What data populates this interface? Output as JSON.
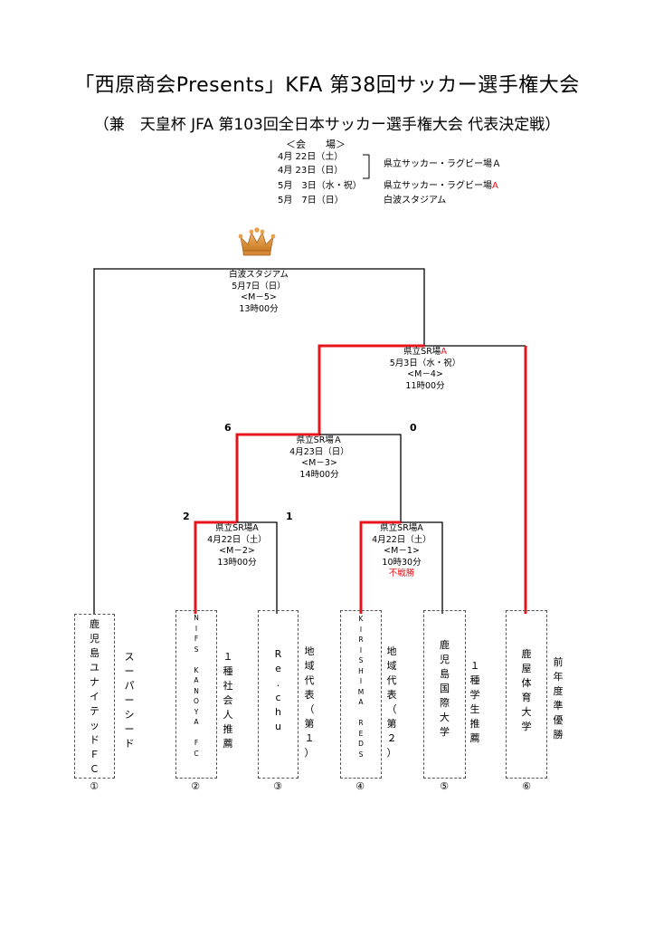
{
  "title": "「西原商会Presents」KFA 第38回サッカー選手権大会",
  "subtitle": "（兼　天皇杯 JFA 第103回全日本サッカー選手権大会 代表決定戦）",
  "schedule": {
    "header": "＜会　　場＞",
    "rows": [
      {
        "date": "4月 22日（土）",
        "venue": ""
      },
      {
        "date": "4月 23日（日）",
        "venue": "県立サッカー・ラグビー場Ａ"
      },
      {
        "date": "5月　3日（水・祝）",
        "venue": "県立サッカー・ラグビー場",
        "venue_suffix": "A"
      },
      {
        "date": "5月　7日（日）",
        "venue": "白波スタジアム"
      }
    ]
  },
  "trophy_icon": "crown-icon",
  "matches": {
    "m5": {
      "venue": "白波スタジアム",
      "date": "5月7日（日）",
      "code": "<M－5>",
      "time": "13時00分"
    },
    "m4": {
      "venue": "県立SR場",
      "venue_suffix": "A",
      "date": "5月3日（水・祝）",
      "code": "<M－4>",
      "time": "11時00分"
    },
    "m3": {
      "venue": "県立SR場Ａ",
      "date": "4月23日（日）",
      "code": "<M－3>",
      "time": "14時00分",
      "score_left": "6",
      "score_right": "0"
    },
    "m2": {
      "venue": "県立SR場A",
      "date": "4月22日（土）",
      "code": "<M－2>",
      "time": "13時00分",
      "score_left": "2",
      "score_right": "1"
    },
    "m1": {
      "venue": "県立SR場A",
      "date": "4月22日（土）",
      "code": "<M－1>",
      "time": "10時30分",
      "note": "不戦勝"
    }
  },
  "teams": [
    {
      "seed": "①",
      "name": "鹿\n児\n島\nユ\nナ\nイ\nテ\nッ\nド\nＦ\nＣ",
      "note": "ス\nー\nパ\nー\nシ\nー\nド"
    },
    {
      "seed": "②",
      "name": "N\nI\nF\nS\n\nK\nA\nN\nO\nY\nA\n\nF\nC",
      "note": "１\n種\n社\n会\n人\n推\n薦"
    },
    {
      "seed": "③",
      "name": "R\ne\n.\nc\nh\nu",
      "note": "地\n域\n代\n表\n（\n第\n１\n）"
    },
    {
      "seed": "④",
      "name": "K\nI\nR\nI\nS\nH\nI\nM\nA\n\nR\nE\nD\nS",
      "note": "地\n域\n代\n表\n（\n第\n２\n）"
    },
    {
      "seed": "⑤",
      "name": "鹿\n児\n島\n国\n際\n大\n学",
      "note": "１\n種\n学\n生\n推\n薦"
    },
    {
      "seed": "⑥",
      "name": "鹿\n屋\n体\n育\n大\n学",
      "note": "前\n年\n度\n準\n優\n勝"
    }
  ],
  "colors": {
    "winner_line": "#e8141b",
    "line": "#000000",
    "accent_text": "#e8141b"
  }
}
